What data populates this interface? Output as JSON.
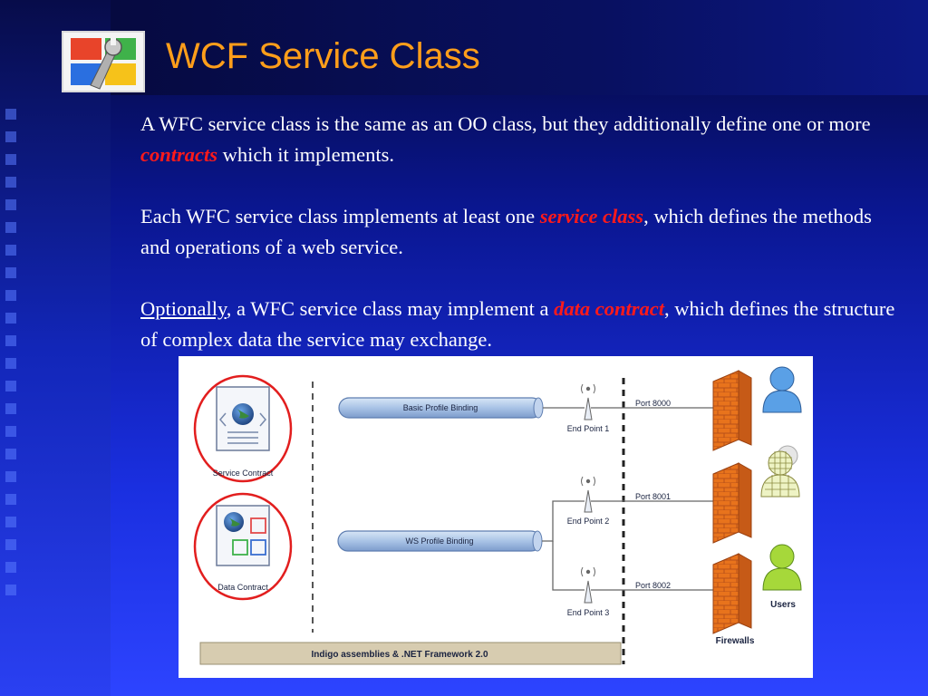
{
  "slide": {
    "title": "WCF Service Class",
    "p1": {
      "before": "A WFC service class is the same as an OO class, but they additionally define one or more ",
      "em": "contracts",
      "after": " which it implements."
    },
    "p2": {
      "before": "Each WFC service class implements at least one ",
      "em": "service class",
      "after": ", which defines the methods and operations of a web service."
    },
    "p3": {
      "underlined": "Optionally",
      "before": ", a WFC service class may implement a ",
      "em": "data contract",
      "after": ", which defines the structure of complex data the service may exchange."
    }
  },
  "diagram": {
    "service_contract_label": "Service Contract",
    "data_contract_label": "Data Contract",
    "basic_binding_label": "Basic Profile Binding",
    "ws_binding_label": "WS Profile Binding",
    "endpoints": [
      {
        "label": "End Point 1",
        "port": "Port 8000"
      },
      {
        "label": "End Point 2",
        "port": "Port 8001"
      },
      {
        "label": "End Point 3",
        "port": "Port 8002"
      }
    ],
    "framework_label": "Indigo assemblies & .NET Framework 2.0",
    "firewalls_label": "Firewalls",
    "users_label": "Users"
  },
  "colors": {
    "title": "#ff9e1a",
    "emphasis": "#ff1a1a",
    "body_text": "#ffffff"
  }
}
